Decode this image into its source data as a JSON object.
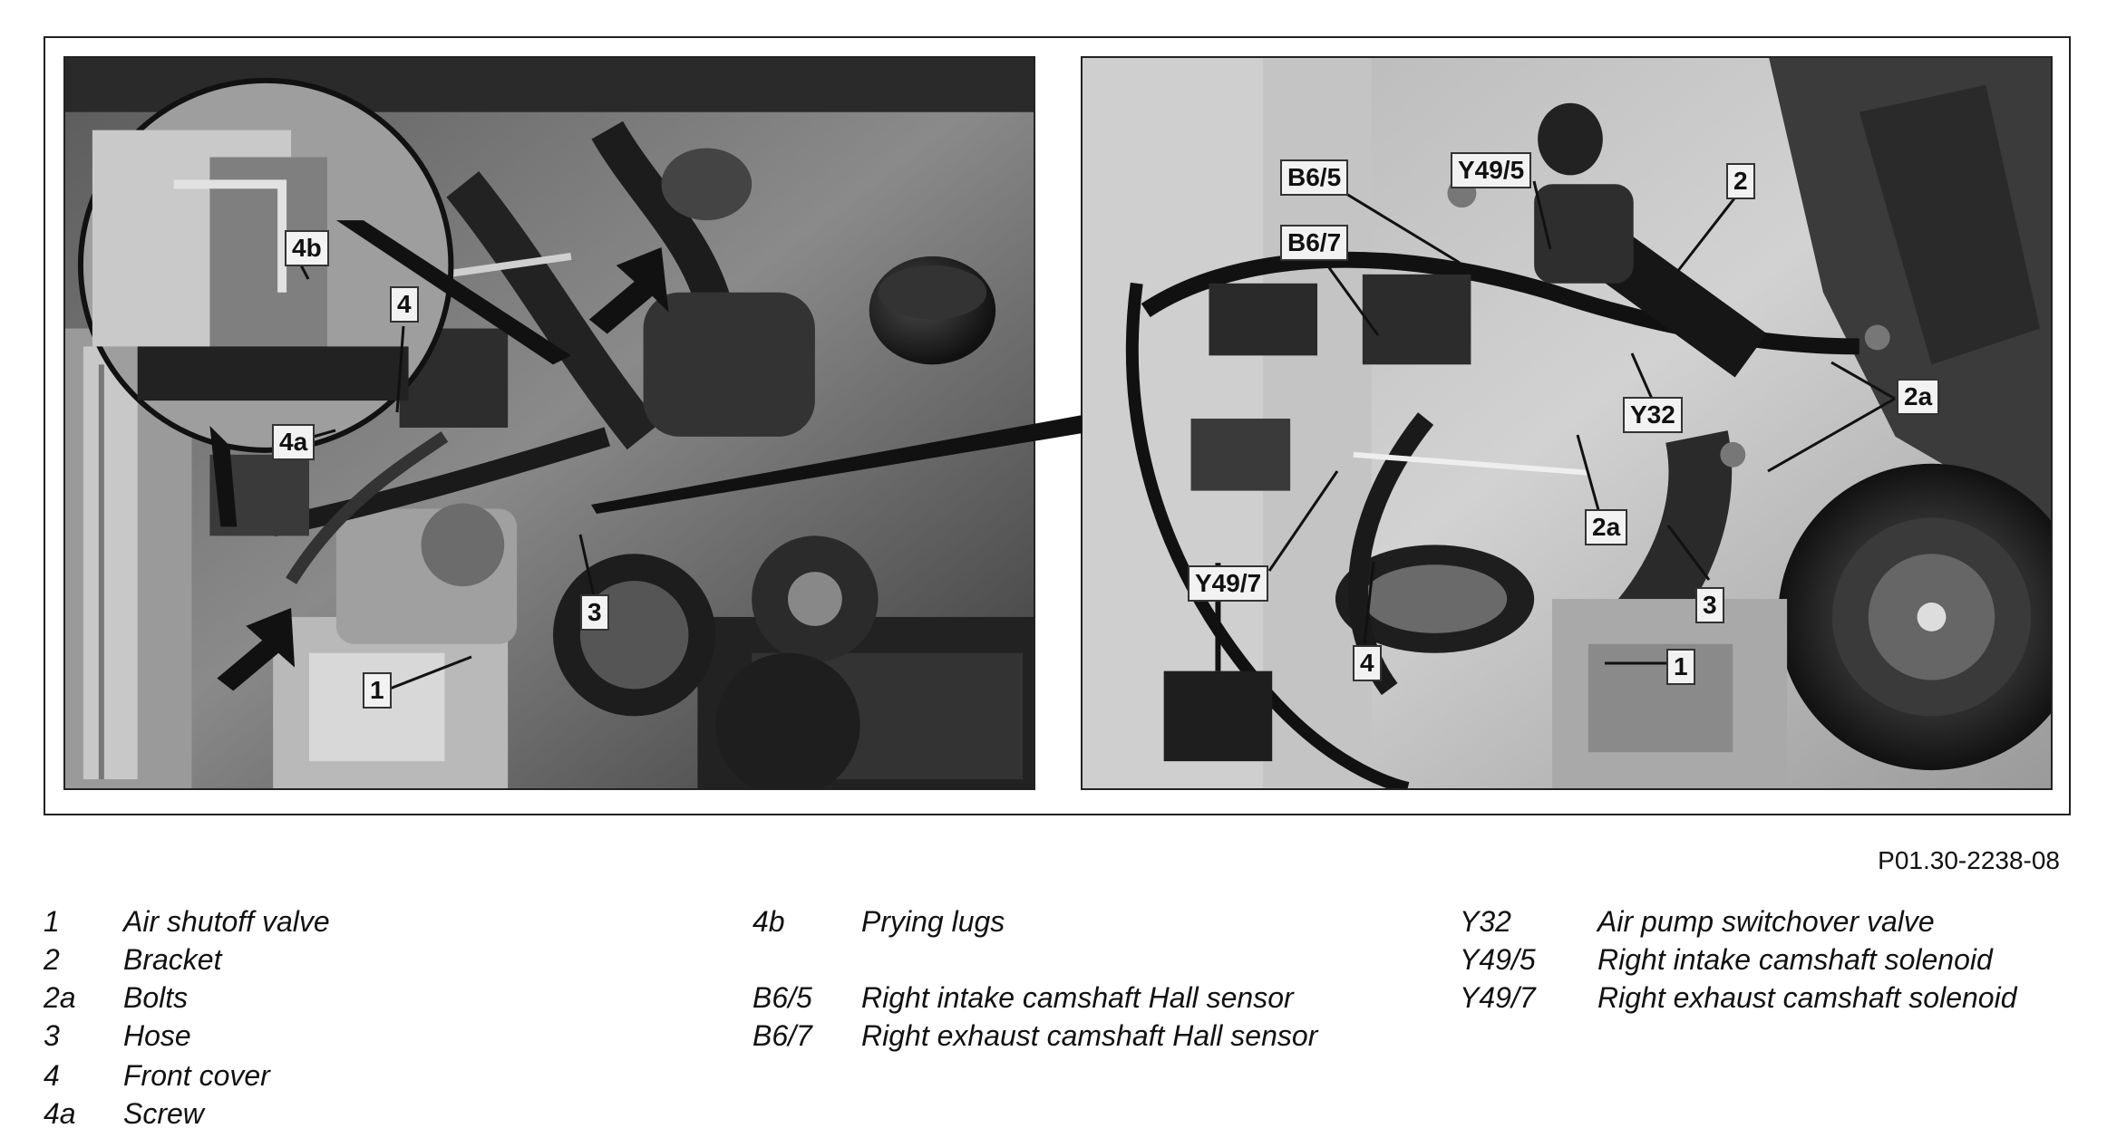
{
  "figure_id": "P01.30-2238-08",
  "callouts_left": [
    {
      "id": "c-4b",
      "text": "4b"
    },
    {
      "id": "c-4",
      "text": "4"
    },
    {
      "id": "c-4a",
      "text": "4a"
    },
    {
      "id": "c-3",
      "text": "3"
    },
    {
      "id": "c-1",
      "text": "1"
    }
  ],
  "callouts_right": [
    {
      "id": "c-b65",
      "text": "B6/5"
    },
    {
      "id": "c-y495",
      "text": "Y49/5"
    },
    {
      "id": "c-2",
      "text": "2"
    },
    {
      "id": "c-b67",
      "text": "B6/7"
    },
    {
      "id": "c-2a-top",
      "text": "2a"
    },
    {
      "id": "c-y32",
      "text": "Y32"
    },
    {
      "id": "c-2a-mid",
      "text": "2a"
    },
    {
      "id": "c-y497",
      "text": "Y49/7"
    },
    {
      "id": "c-3r",
      "text": "3"
    },
    {
      "id": "c-4r",
      "text": "4"
    },
    {
      "id": "c-1r",
      "text": "1"
    }
  ],
  "legend": {
    "col1": [
      {
        "key": "1",
        "value": "Air shutoff valve"
      },
      {
        "key": "2",
        "value": "Bracket"
      },
      {
        "key": "2a",
        "value": "Bolts"
      },
      {
        "key": "3",
        "value": "Hose"
      },
      {
        "key": "4",
        "value": "Front cover"
      },
      {
        "key": "4a",
        "value": "Screw"
      }
    ],
    "col2": [
      {
        "key": "4b",
        "value": "Prying lugs"
      },
      {
        "key": "B6/5",
        "value": "Right intake camshaft Hall sensor"
      },
      {
        "key": "B6/7",
        "value": "Right exhaust camshaft Hall sensor"
      }
    ],
    "col3": [
      {
        "key": "Y32",
        "value": "Air pump switchover valve"
      },
      {
        "key": "Y49/5",
        "value": "Right intake camshaft solenoid"
      },
      {
        "key": "Y49/7",
        "value": "Right exhaust camshaft solenoid"
      }
    ]
  }
}
